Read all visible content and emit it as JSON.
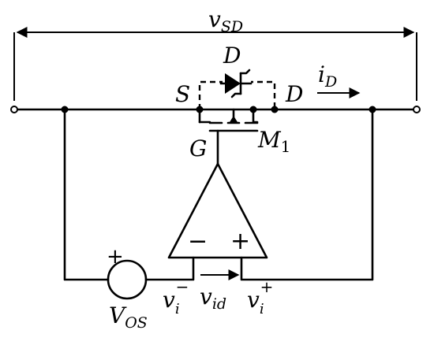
{
  "labels": {
    "v_sd": "v",
    "v_sd_sub": "SD",
    "diode": "D",
    "source": "S",
    "drain": "D",
    "i_d": "i",
    "i_d_sub": "D",
    "gate": "G",
    "mosfet": "M",
    "mosfet_sub": "1",
    "vos": "V",
    "vos_sub": "OS",
    "vos_plus": "+",
    "vi_minus": "v",
    "vi_minus_sub": "i",
    "vi_minus_sup": "−",
    "vid": "v",
    "vid_sub": "id",
    "vi_plus": "v",
    "vi_plus_sub": "i",
    "vi_plus_sup": "+",
    "opamp_minus": "−",
    "opamp_plus": "+"
  }
}
